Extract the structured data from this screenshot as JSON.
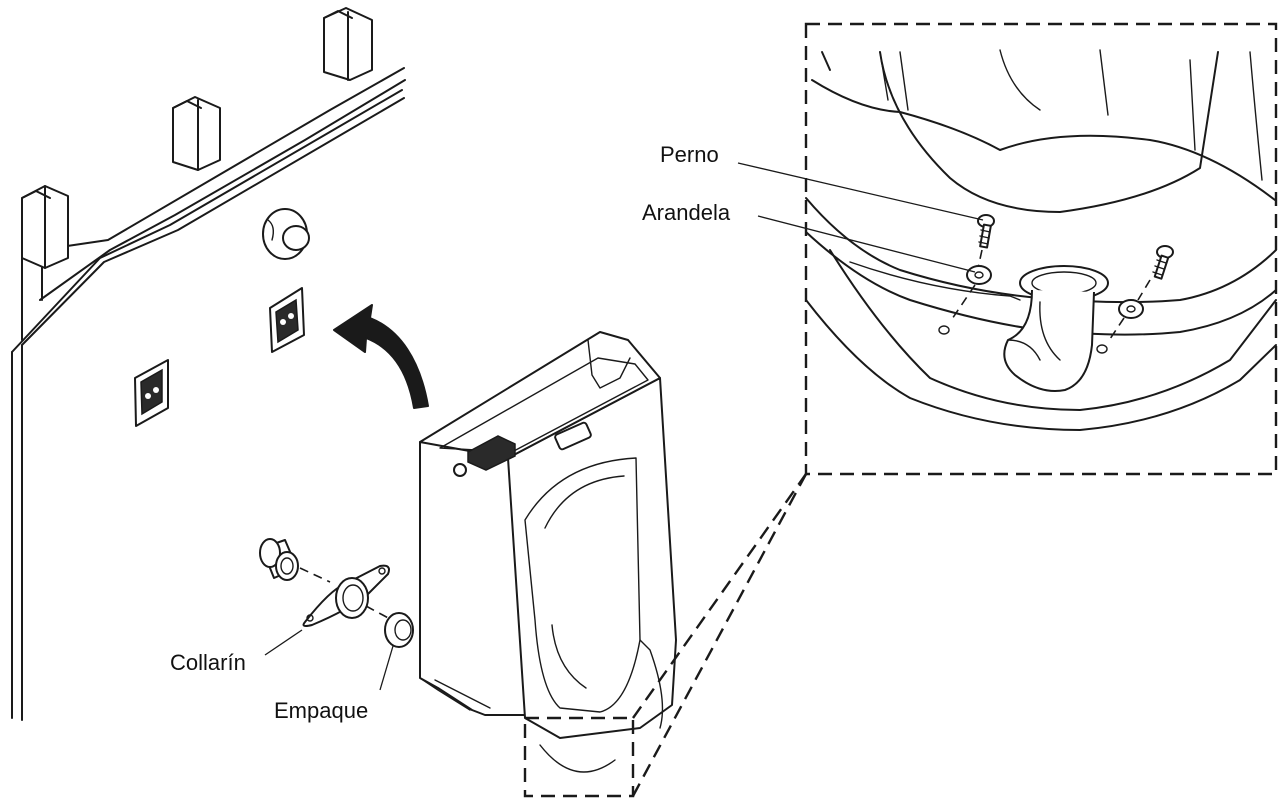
{
  "labels": {
    "bolt": "Perno",
    "washer": "Arandela",
    "collar": "Collarín",
    "gasket": "Empaque"
  }
}
